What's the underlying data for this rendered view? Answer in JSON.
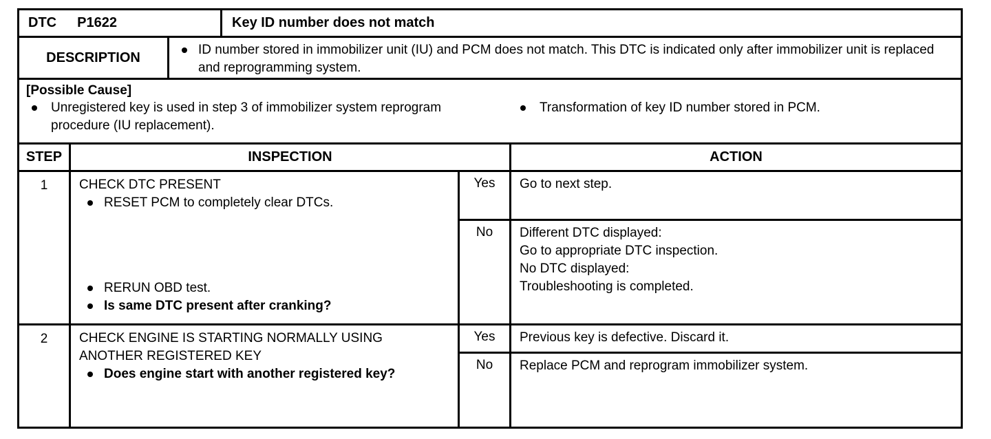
{
  "dtc_row": {
    "label": "DTC",
    "code": "P1622",
    "title": "Key ID number does not match"
  },
  "description": {
    "label": "DESCRIPTION",
    "bullet": "ID number stored in immobilizer unit (IU) and PCM does not match. This DTC is indicated only after immobilizer unit is replaced and reprogramming system."
  },
  "possible_cause": {
    "heading": "[Possible Cause]",
    "left_bullet": "Unregistered key is used in step 3 of immobilizer system reprogram procedure (IU replacement).",
    "right_bullet": "Transformation of key ID number stored in PCM."
  },
  "table": {
    "headers": {
      "step": "STEP",
      "inspection": "INSPECTION",
      "action": "ACTION"
    },
    "steps": [
      {
        "number": "1",
        "inspection": {
          "title": "CHECK DTC PRESENT",
          "top_bullet": "RESET PCM to completely clear DTCs.",
          "bottom_bullet_1": "RERUN OBD test.",
          "bottom_bullet_2": "Is same DTC present after cranking?"
        },
        "results": [
          {
            "answer": "Yes",
            "action_lines": [
              "Go to next step."
            ]
          },
          {
            "answer": "No",
            "action_lines": [
              "Different DTC displayed:",
              "Go to appropriate DTC inspection.",
              "No DTC displayed:",
              "Troubleshooting is completed."
            ]
          }
        ]
      },
      {
        "number": "2",
        "inspection": {
          "title": "CHECK ENGINE IS STARTING NORMALLY USING ANOTHER REGISTERED KEY",
          "question_bullet": "Does engine start with another registered key?"
        },
        "results": [
          {
            "answer": "Yes",
            "action_lines": [
              "Previous key is defective. Discard it."
            ]
          },
          {
            "answer": "No",
            "action_lines": [
              "Replace PCM and reprogram immobilizer system."
            ]
          }
        ]
      }
    ]
  },
  "colors": {
    "border": "#000000",
    "background": "#ffffff",
    "text": "#000000"
  }
}
